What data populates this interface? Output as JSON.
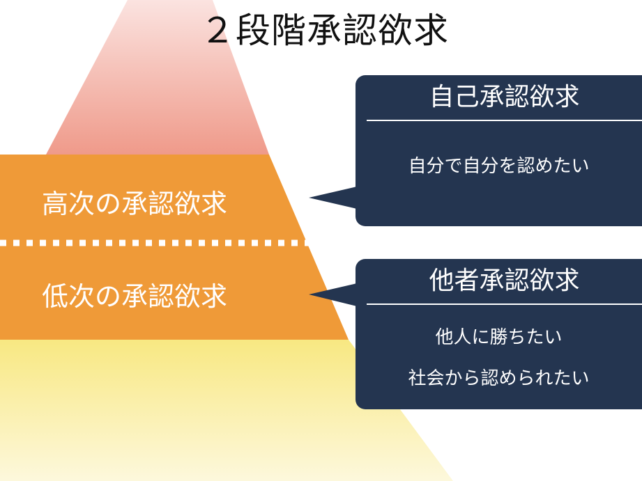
{
  "title": "２段階承認欲求",
  "layers": {
    "high": "高次の承認欲求",
    "low": "低次の承認欲求"
  },
  "boxes": [
    {
      "heading": "自己承認欲求",
      "lines": [
        "自分で自分を認めたい"
      ]
    },
    {
      "heading": "他者承認欲求",
      "lines": [
        "他人に勝ちたい",
        "社会から認められたい"
      ]
    }
  ],
  "colors": {
    "navy": "#243550",
    "orange": "#ef9a38",
    "top": "#f0a090",
    "bottom": "#f8e882"
  }
}
